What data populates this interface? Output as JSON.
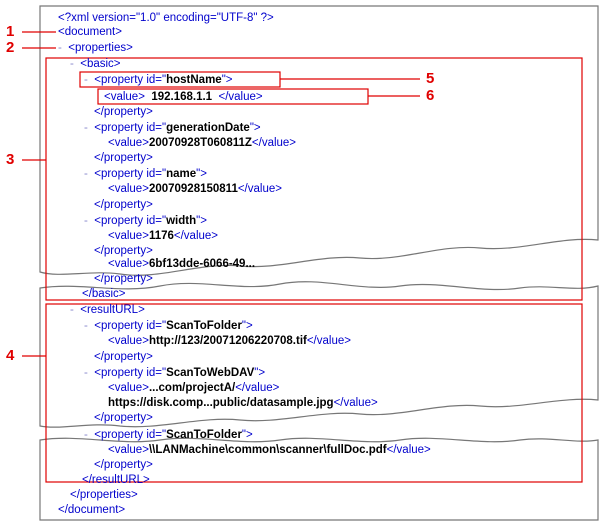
{
  "xml_decl": "<?xml version=\"1.0\" encoding=\"UTF-8\" ?>",
  "collapse_marker": "-",
  "callout_numbers": [
    "1",
    "2",
    "3",
    "4",
    "5",
    "6"
  ],
  "colors": {
    "tag": "#0000cc",
    "value": "#000000",
    "callout": "#e00000",
    "border": "#777777"
  },
  "lines": [
    {
      "a": "<document>"
    },
    {
      "a": "<properties>"
    },
    {
      "a": "<basic>"
    },
    {
      "a": "<property id=\"",
      "b": "hostName",
      "c": "\">"
    },
    {
      "a": "<value>",
      "b": "192.168.1.1",
      "c": "</value>"
    },
    {
      "a": "</property>"
    },
    {
      "a": "<property id=\"",
      "b": "generationDate",
      "c": "\">"
    },
    {
      "a": "<value>",
      "b": "20070928T060811Z",
      "c": "</value>"
    },
    {
      "a": "</property>"
    },
    {
      "a": "<property id=\"",
      "b": "name",
      "c": "\">"
    },
    {
      "a": "<value>",
      "b": "20070928150811",
      "c": "</value>"
    },
    {
      "a": "</property>"
    },
    {
      "a": "<property id=\"",
      "b": "width",
      "c": "\">"
    },
    {
      "a": "<value>",
      "b": "1176",
      "c": "</value>"
    },
    {
      "a": "</property>"
    },
    {
      "a": "<value>",
      "b": "6bf13dde-6066-49..."
    },
    {
      "a": "</property>"
    },
    {
      "a": "</basic>"
    },
    {
      "a": "<resultURL>"
    },
    {
      "a": "<property id=\"",
      "b": "ScanToFolder",
      "c": "\">"
    },
    {
      "a": "<value>",
      "b": "http://123/20071206220708.tif",
      "c": "</value>"
    },
    {
      "a": "</property>"
    },
    {
      "a": "<property id=\"",
      "b": "ScanToWebDAV",
      "c": "\">"
    },
    {
      "a": "<value>",
      "b": "...com/projectA/",
      "c": "</value>"
    },
    {
      "a": "https://disk.comp...public/datasample.jpg",
      "c": "</value>"
    },
    {
      "a": "</property>"
    },
    {
      "a": "<property id=\"",
      "b": "ScanToFolder",
      "c": "\">"
    },
    {
      "a": "<value>",
      "b": "\\\\LANMachine\\common\\scanner\\fullDoc.pdf",
      "c": "</value>"
    },
    {
      "a": "</property>"
    },
    {
      "a": "</resultURL>"
    },
    {
      "a": "</properties>"
    },
    {
      "a": "</document>"
    }
  ]
}
